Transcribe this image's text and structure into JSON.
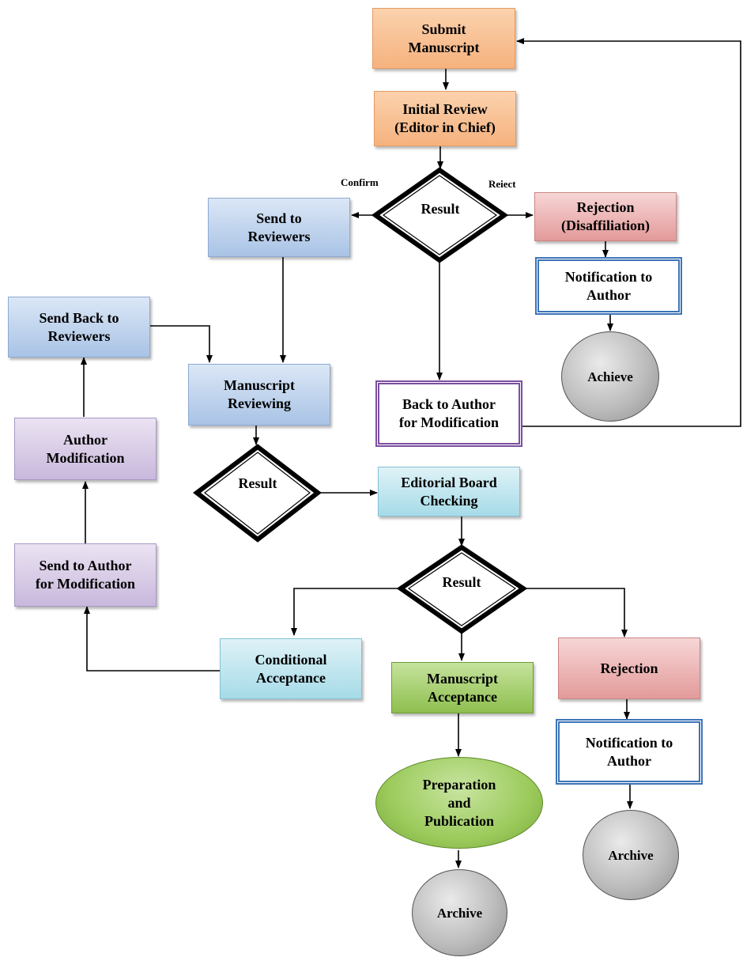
{
  "nodes": {
    "submit": "Submit\nManuscript",
    "initial_review": "Initial Review\n(Editor in Chief)",
    "result1": "Result",
    "send_reviewers": "Send to\nReviewers",
    "rejection1": "Rejection\n(Disaffiliation)",
    "notification1": "Notification to\nAuthor",
    "achieve": "Achieve",
    "send_back_reviewers": "Send Back to\nReviewers",
    "manuscript_reviewing": "Manuscript\nReviewing",
    "back_to_author": "Back to Author\nfor Modification",
    "author_modification": "Author\nModification",
    "result2": "Result",
    "editorial_board": "Editorial Board\nChecking",
    "send_to_author": "Send to Author\nfor Modification",
    "result3": "Result",
    "conditional_acceptance": "Conditional\nAcceptance",
    "manuscript_acceptance": "Manuscript\nAcceptance",
    "rejection2": "Rejection",
    "notification2": "Notification to\nAuthor",
    "preparation": "Preparation\nand\nPublication",
    "archive1": "Archive",
    "archive2": "Archive"
  },
  "edge_labels": {
    "confirm": "Confirm",
    "reject": "Reiect"
  },
  "colors": {
    "orange": "#f6b27e",
    "blue": "#a9c3e6",
    "red": "#e39a9a",
    "purple": "#c8b8dc",
    "cyan": "#a6dbe8",
    "green": "#8fbf4f",
    "notify_border": "#3d74b7",
    "back_border": "#7b4fa0"
  }
}
